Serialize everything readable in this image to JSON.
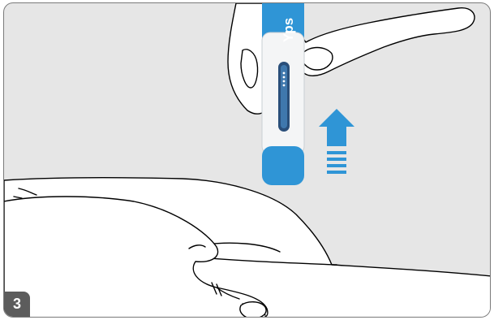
{
  "step": {
    "number": "3"
  },
  "pen": {
    "brand": "Yps"
  },
  "arrow": {
    "direction": "up"
  },
  "colors": {
    "accent": "#2f95d6",
    "background": "#e6e6e6",
    "badge": "#5c5c5c"
  }
}
